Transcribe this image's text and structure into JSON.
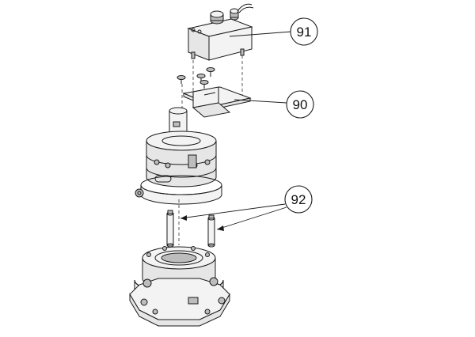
{
  "callouts": [
    {
      "id": "91"
    },
    {
      "id": "90"
    },
    {
      "id": "92"
    }
  ]
}
